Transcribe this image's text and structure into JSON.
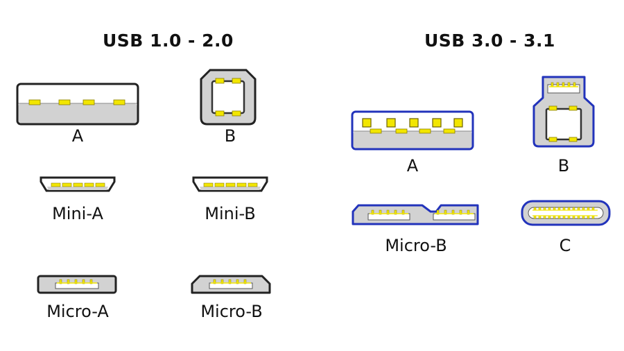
{
  "sections": [
    {
      "title": "USB 1.0 - 2.0",
      "connectors": [
        {
          "label": "A",
          "icon": "usb2-type-a-icon"
        },
        {
          "label": "B",
          "icon": "usb2-type-b-icon"
        },
        {
          "label": "Mini-A",
          "icon": "usb2-mini-a-icon"
        },
        {
          "label": "Mini-B",
          "icon": "usb2-mini-b-icon"
        },
        {
          "label": "Micro-A",
          "icon": "usb2-micro-a-icon"
        },
        {
          "label": "Micro-B",
          "icon": "usb2-micro-b-icon"
        }
      ]
    },
    {
      "title": "USB 3.0 - 3.1",
      "connectors": [
        {
          "label": "A",
          "icon": "usb3-type-a-icon"
        },
        {
          "label": "B",
          "icon": "usb3-type-b-icon"
        },
        {
          "label": "Micro-B",
          "icon": "usb3-micro-b-icon"
        },
        {
          "label": "C",
          "icon": "usb-type-c-icon"
        }
      ]
    }
  ],
  "colors": {
    "usb2_outline": "#222222",
    "usb3_outline": "#2233bb",
    "body_fill": "#d2d2d2",
    "pin": "#f2e600"
  }
}
